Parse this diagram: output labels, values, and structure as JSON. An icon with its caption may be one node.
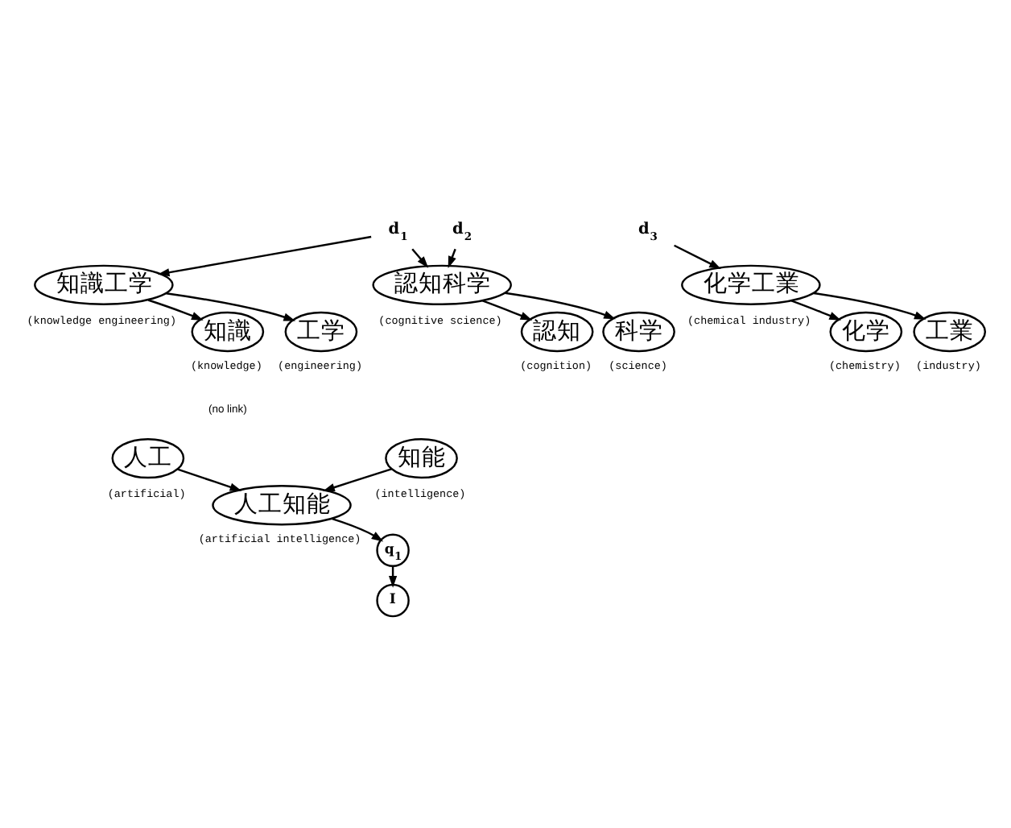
{
  "diagram": {
    "nodes": [
      {
        "text": [
          "d$_{1}$"
        ]
      },
      {
        "text": [
          "d$_{2}$"
        ]
      },
      {
        "text": [
          "d$_{3}$"
        ]
      },
      {
        "text": [
          "認知科学"
        ],
        "beside": [
          "(cognitive science)"
        ]
      },
      {
        "text": [
          "知識工学"
        ],
        "beside": [
          "(knowledge engineering)"
        ]
      },
      {
        "text": [
          "化学工業"
        ],
        "beside": [
          "(chemical industry)"
        ]
      },
      {
        "text": [
          "認知"
        ],
        "beside": [
          "(cognition)"
        ]
      },
      {
        "text": [
          "科学"
        ],
        "beside": [
          "(science)"
        ]
      },
      {
        "text": [
          "知識"
        ],
        "beside": [
          "(knowledge)"
        ]
      },
      {
        "text": [
          "工学"
        ],
        "beside": [
          "(engineering)"
        ]
      },
      {
        "text": [
          "化学"
        ],
        "beside": [
          "(chemistry)"
        ]
      },
      {
        "text": [
          "工業"
        ],
        "beside": [
          "(industry)"
        ]
      },
      {
        "text": [
          "人工"
        ],
        "beside": [
          "(artificial)"
        ]
      },
      {
        "text": [
          "知能"
        ],
        "beside": [
          "(intelligence)"
        ]
      },
      {
        "text": [
          "人工知能"
        ],
        "beside": [
          "(artificial intelligence)"
        ]
      },
      {
        "text": [
          "q$_{1}$"
        ]
      },
      {
        "text": [
          "I"
        ]
      }
    ],
    "edges": [
      {
        "from": 0,
        "to": 3,
        "arrow": "to"
      },
      {
        "from": 0,
        "to": 4,
        "arrow": "to"
      },
      {
        "from": 1,
        "to": 3,
        "arrow": "to"
      },
      {
        "from": 2,
        "to": 5,
        "arrow": "to"
      },
      {
        "from": 3,
        "to": 6,
        "arrow": "to"
      },
      {
        "from": 3,
        "to": 7,
        "arrow": "to"
      },
      {
        "from": 4,
        "to": 8,
        "arrow": "to"
      },
      {
        "from": 4,
        "to": 9,
        "arrow": "to"
      },
      {
        "from": 5,
        "to": 10,
        "arrow": "to"
      },
      {
        "from": 5,
        "to": 11,
        "arrow": "to"
      },
      {
        "from": 12,
        "to": 14,
        "arrow": "to"
      },
      {
        "from": 13,
        "to": 14,
        "arrow": "to"
      },
      {
        "from": 14,
        "to": 15,
        "arrow": "to"
      },
      {
        "from": 15,
        "to": 16,
        "arrow": "to"
      }
    ],
    "labels": [
      "(no link)"
    ]
  }
}
